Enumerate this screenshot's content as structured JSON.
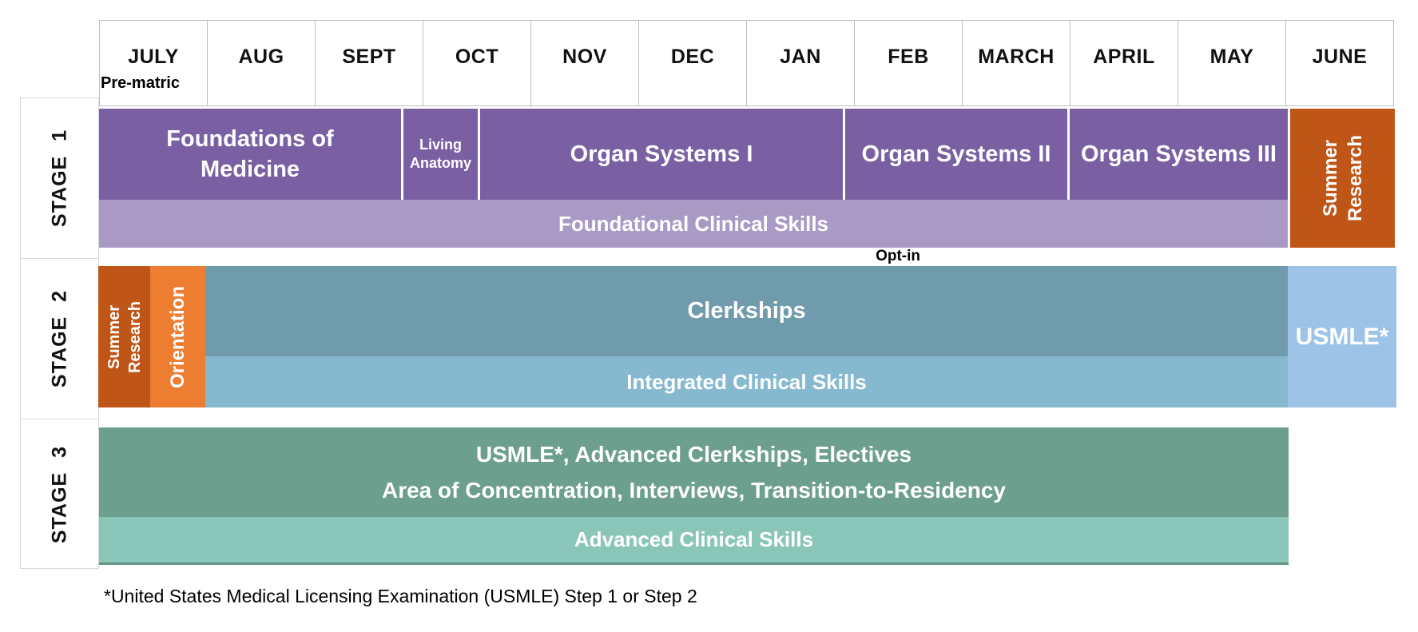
{
  "header": {
    "months": [
      "JULY",
      "AUG",
      "SEPT",
      "OCT",
      "NOV",
      "DEC",
      "JAN",
      "FEB",
      "MARCH",
      "APRIL",
      "MAY",
      "JUNE"
    ]
  },
  "annotations": {
    "pre_matric": "Pre-matric",
    "opt_in": "Opt-in"
  },
  "stages": {
    "stage1": {
      "label": "STAGE 1",
      "foundations": {
        "line1": "Foundations of",
        "line2": "Medicine"
      },
      "living_anatomy": {
        "line1": "Living",
        "line2": "Anatomy"
      },
      "organ_systems_1": "Organ Systems I",
      "organ_systems_2": "Organ Systems II",
      "organ_systems_3": "Organ Systems III",
      "skills_band": "Foundational Clinical Skills",
      "summer_research": {
        "line1": "Summer",
        "line2": "Research"
      }
    },
    "stage2": {
      "label": "STAGE 2",
      "summer_research": {
        "line1": "Summer",
        "line2": "Research"
      },
      "orientation": "Orientation",
      "clerkships": "Clerkships",
      "skills_band": "Integrated Clinical Skills",
      "usmle": "USMLE*"
    },
    "stage3": {
      "label": "STAGE 3",
      "line1": "USMLE*, Advanced Clerkships, Electives",
      "line2": "Area of Concentration, Interviews, Transition-to-Residency",
      "skills_band": "Advanced Clinical Skills"
    }
  },
  "footnote": "*United States Medical Licensing Examination (USMLE) Step 1 or Step 2",
  "colors": {
    "purple": "#7A5FA3",
    "light_purple": "#A99AC5",
    "dark_orange": "#BF5517",
    "orange": "#ED7D31",
    "teal": "#6F9BAC",
    "light_blue": "#86B9D0",
    "usmle_blue": "#9DC3E6",
    "green": "#6D9F8E",
    "light_green": "#8AC6B8",
    "arrow_yellow": "#FAF400"
  }
}
